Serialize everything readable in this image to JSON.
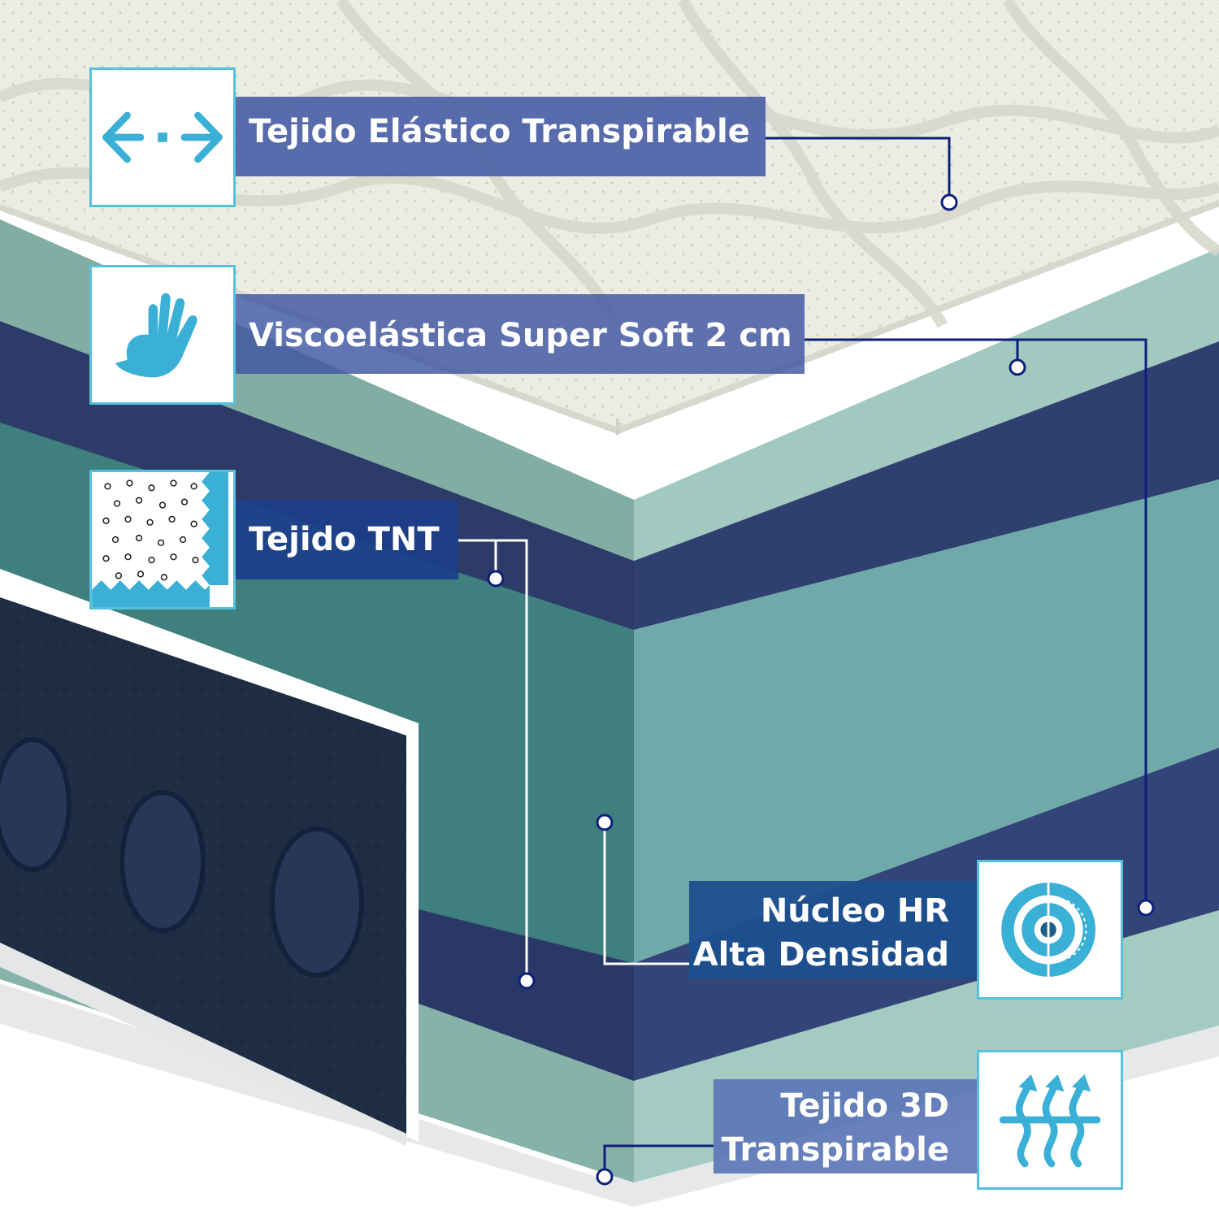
{
  "labels": {
    "tejido_elastico": "Tejido Elástico Transpirable",
    "viscoelastica": "Viscoelástica Super Soft 2 cm",
    "tejido_tnt": "Tejido TNT",
    "nucleo_line1": "Núcleo HR",
    "nucleo_line2": "Alta Densidad",
    "tejido3d_line1": "Tejido 3D",
    "tejido3d_line2": "Transpirable"
  },
  "icons": {
    "tejido_elastico": "double-arrow-icon",
    "viscoelastica": "hand-icon",
    "tejido_tnt": "fabric-dots-icon",
    "nucleo": "density-core-icon",
    "tejido3d": "airflow-icon"
  },
  "colors": {
    "label_blue": "#3e55a2",
    "label_dark_blue": "#1c4f8e",
    "label_light_blue": "#5a75b7",
    "icon_cyan": "#3ab0d6",
    "leader_line": "#0e1f7a",
    "top_fabric": "#e9e9e0",
    "foam_light": "#a1c8bd",
    "foam_navy": "#2f3f70",
    "foam_teal": "#6fa8a8",
    "side_panel": "#1e2c44"
  }
}
